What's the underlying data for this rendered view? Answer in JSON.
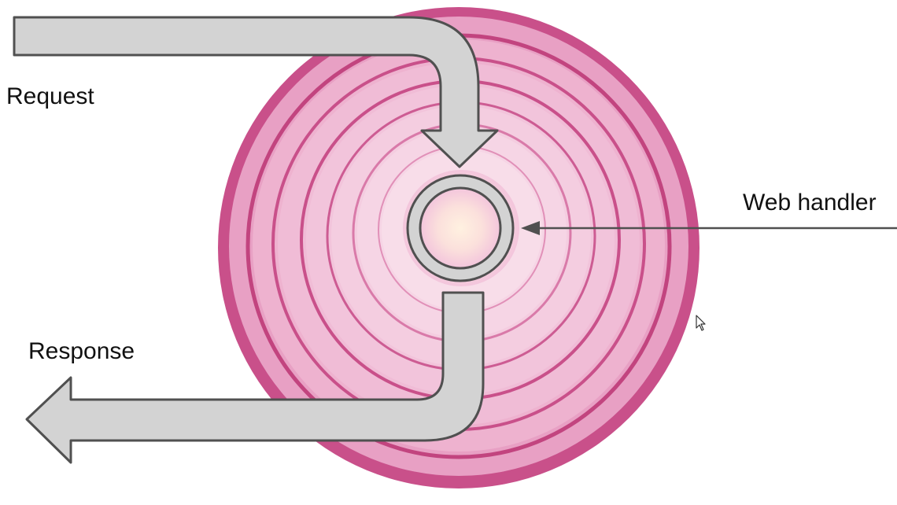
{
  "labels": {
    "request": "Request",
    "response": "Response",
    "web_handler": "Web handler"
  },
  "colors": {
    "background": "#ffffff",
    "onion_outer": "#c2447f",
    "onion_ring": "#e79ac0",
    "onion_light": "#f7d6e6",
    "onion_core": "#fbe3d6",
    "arrow_fill": "#d3d3d3",
    "arrow_stroke": "#505050",
    "text": "#111111"
  },
  "icons": {
    "cursor": "mouse-pointer-icon"
  }
}
